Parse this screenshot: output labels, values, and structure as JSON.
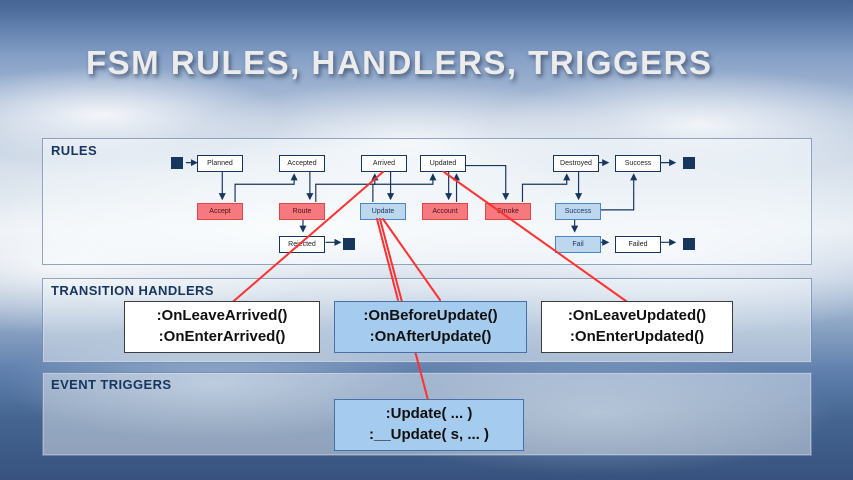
{
  "slide": {
    "title": "FSM RULES, HANDLERS, TRIGGERS"
  },
  "rules_panel": {
    "label": "RULES",
    "states": {
      "planned": "Planned",
      "accepted": "Accepted",
      "arrived": "Arrived",
      "updated": "Updated",
      "destroyed": "Destroyed",
      "success_top": "Success",
      "rejected": "Rejected",
      "failed": "Failed"
    },
    "actions": {
      "accept": "Accept",
      "route": "Route",
      "update": "Update",
      "account": "Account",
      "smoke": "Smoke",
      "success": "Success",
      "fail": "Fail"
    }
  },
  "handlers_panel": {
    "label": "TRANSITION HANDLERS",
    "box1": {
      "line1": ":OnLeaveArrived()",
      "line2": ":OnEnterArrived()"
    },
    "box2": {
      "line1": ":OnBeforeUpdate()",
      "line2": ":OnAfterUpdate()"
    },
    "box3": {
      "line1": ":OnLeaveUpdated()",
      "line2": ":OnEnterUpdated()"
    }
  },
  "triggers_panel": {
    "label": "EVENT TRIGGERS",
    "box": {
      "line1": ":Update( ... )",
      "line2": ":__Update( s, ... )"
    }
  },
  "colors": {
    "panel_label": "#17365d",
    "state_border": "#17365d",
    "red_action_fill": "#f5797f",
    "blue_action_fill": "#bdd7ee",
    "handler_blue_fill": "#a5cbee",
    "connector": "#17365d",
    "highlight_line": "#ff3030",
    "title_text": "#ececec"
  }
}
